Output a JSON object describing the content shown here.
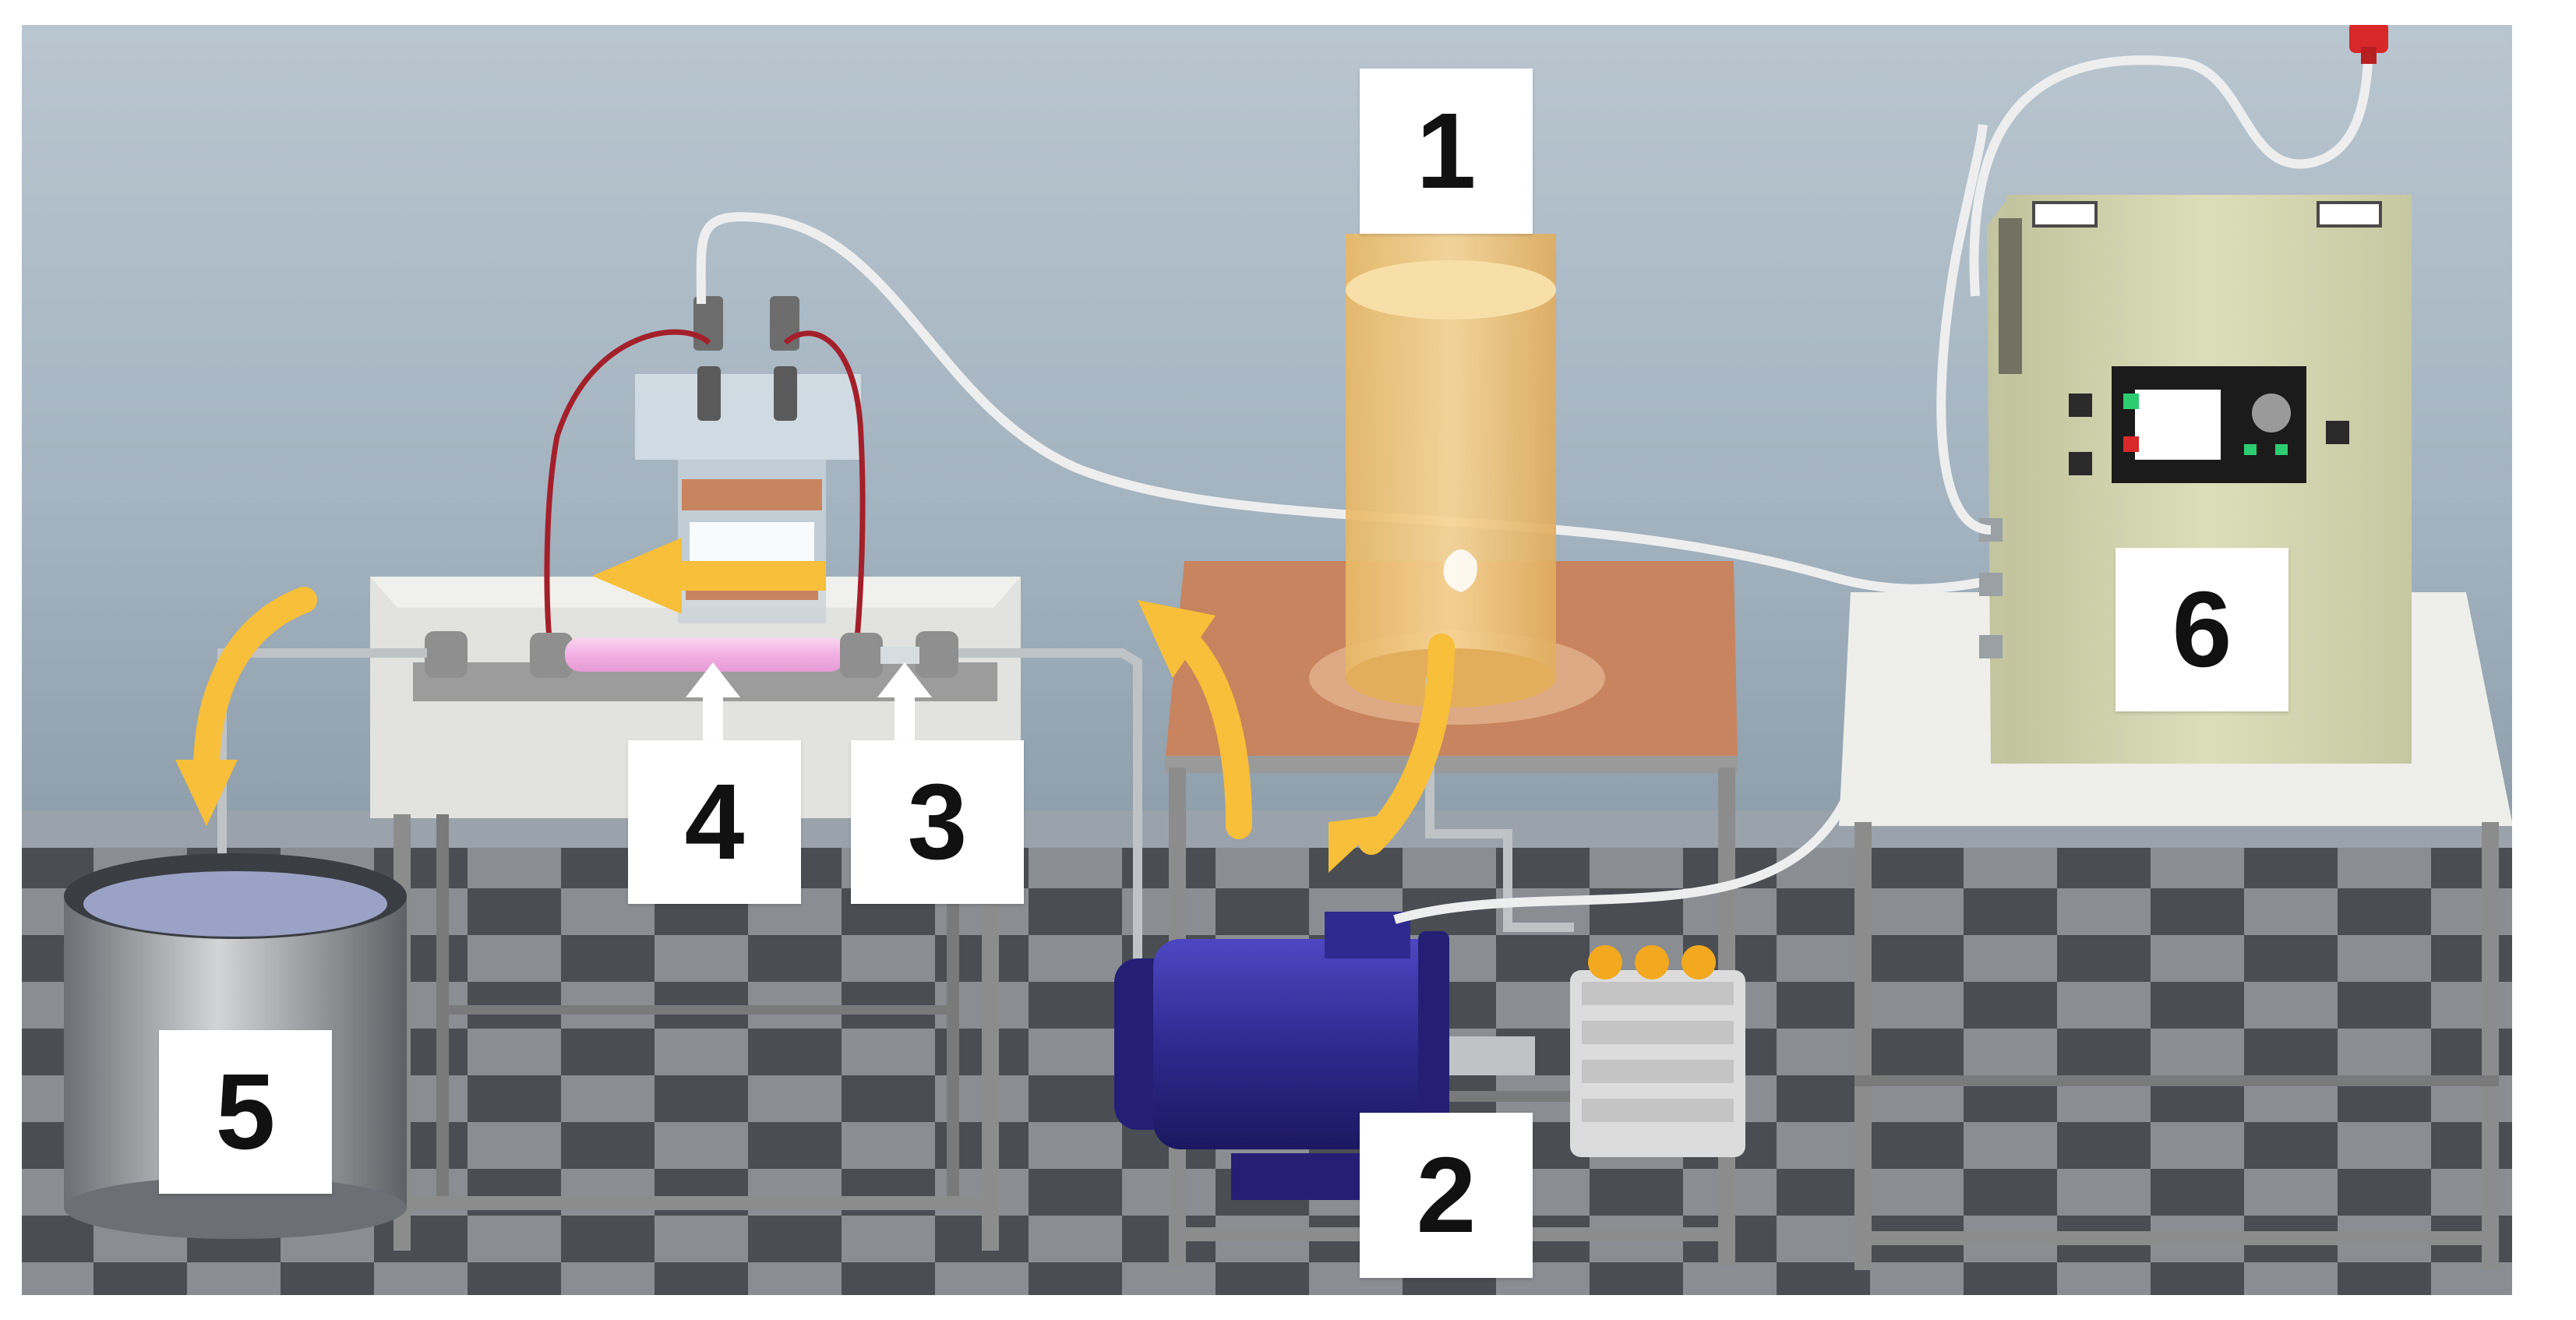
{
  "diagram": {
    "labels": {
      "l1": "1",
      "l2": "2",
      "l3": "3",
      "l4": "4",
      "l5": "5",
      "l6": "6"
    },
    "colors": {
      "wall": "#a9b8c3",
      "floor_dark": "#4a4d52",
      "floor_light": "#8a8d92",
      "table_frame": "#8c8c8c",
      "table_top": "#dcdcd8",
      "hot_plate": "#c8845e",
      "reservoir": "#f2c97a",
      "pump_motor": "#2e2a8f",
      "cabinet": "#d6d8b2",
      "plasma_tube": "#f3b8e6",
      "flow_arrow": "#f7bf3a",
      "pointer_arrow": "#ffffff",
      "electrode_wire": "#a3202a",
      "hose": "#eeeeee",
      "plug": "#d8282a"
    },
    "icons": {
      "flow": "curved-flow-arrow-icon",
      "pointer": "up-pointer-arrow-icon",
      "plug": "power-plug-icon"
    }
  }
}
